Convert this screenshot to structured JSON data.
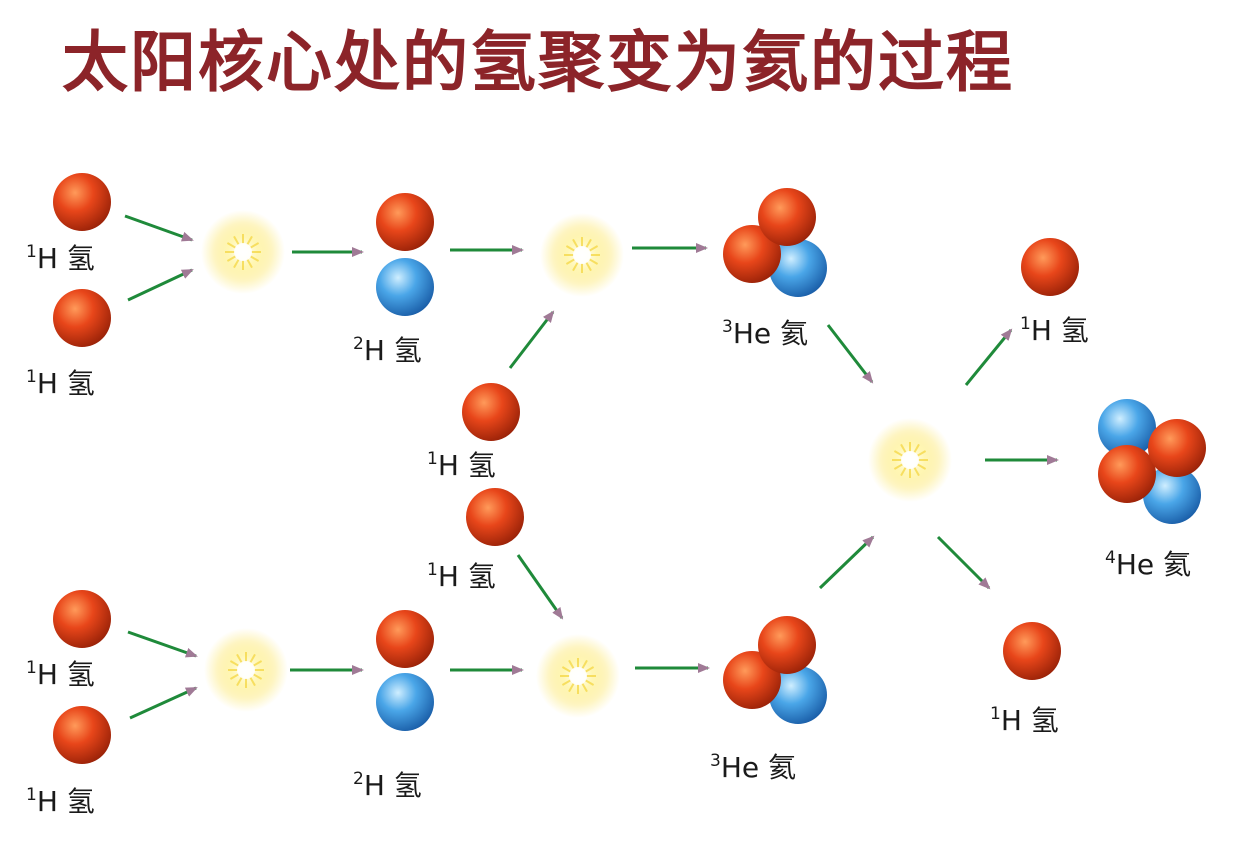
{
  "title": "太阳核心处的氢聚变为氦的过程",
  "colors": {
    "title": "#8c2429",
    "proton": "#e0461a",
    "neutron": "#3d9be0",
    "flash": "#fff4a0",
    "arrow": "#1f8a3a",
    "arrowhead": "#a07a96"
  },
  "labels": {
    "h1": {
      "sup": "1",
      "text": "H 氢"
    },
    "h2": {
      "sup": "2",
      "text": "H 氢"
    },
    "he3": {
      "sup": "3",
      "text": "He 氦"
    },
    "he4": {
      "sup": "4",
      "text": "He 氦"
    }
  }
}
